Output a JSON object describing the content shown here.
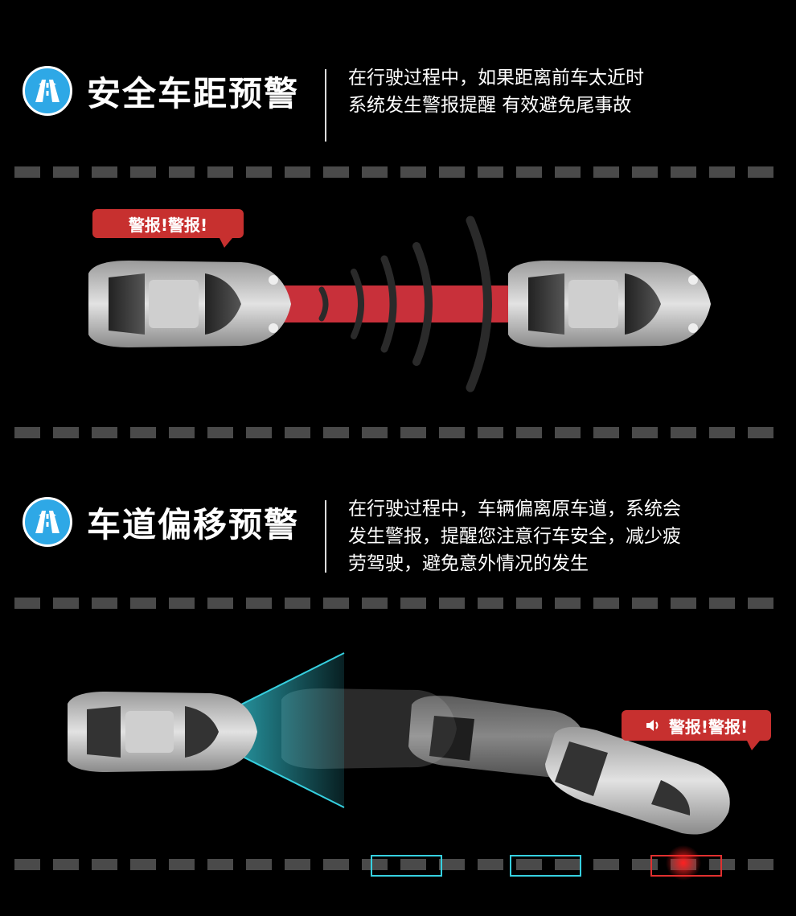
{
  "sections": [
    {
      "title": "安全车距预警",
      "description": [
        "在行驶过程中，如果距离前车太近时",
        "系统发生警报提醒 有效避免尾事故"
      ],
      "alert": "警报!警报!"
    },
    {
      "title": "车道偏移预警",
      "description": [
        "在行驶过程中，车辆偏离原车道，系统会",
        "发生警报，提醒您注意行车安全，减少疲",
        "劳驾驶，避免意外情况的发生"
      ],
      "alert": "警报!警报!"
    }
  ],
  "icons": {
    "road": "road-icon",
    "speaker": "speaker-icon"
  },
  "colors": {
    "accent_blue": "#2ea8e6",
    "alert_red": "#c7302f",
    "beam_cyan": "#36d0e0",
    "lane_gray": "#4a4a4a"
  }
}
